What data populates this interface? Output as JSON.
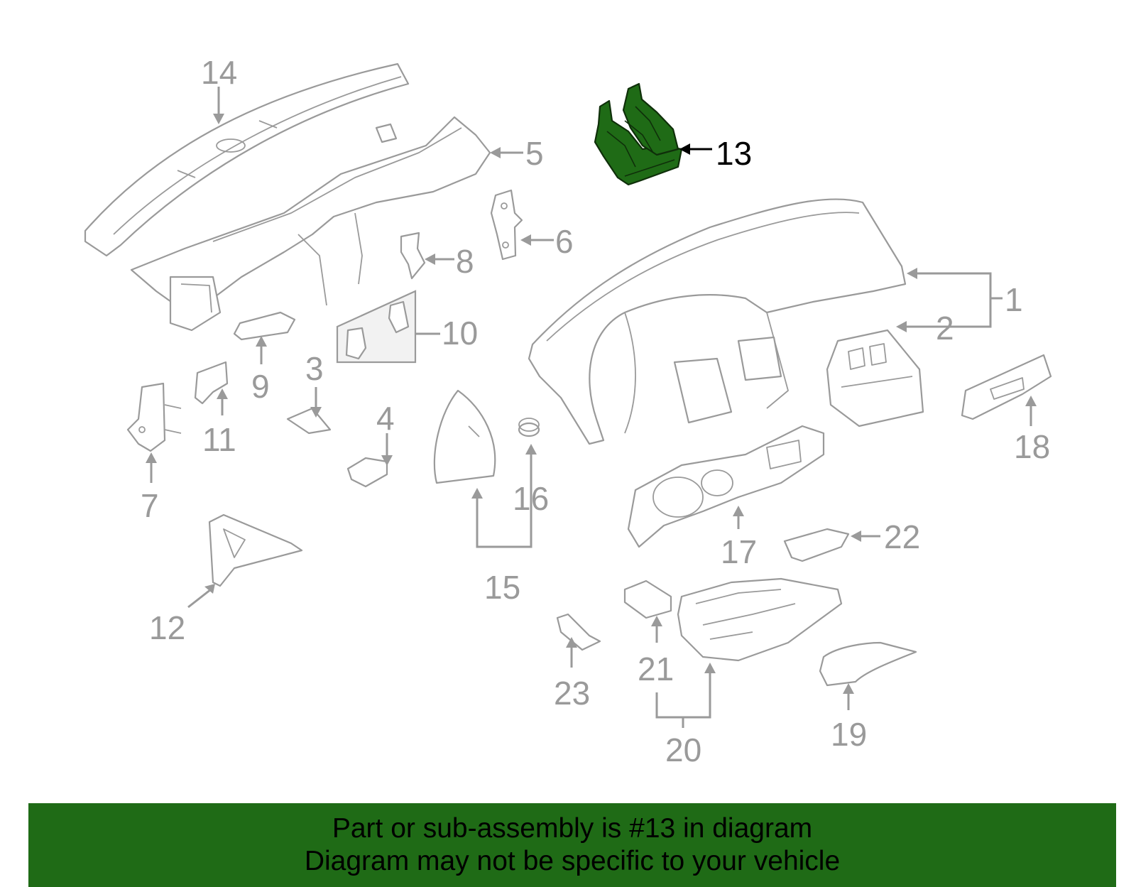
{
  "highlight": {
    "part": "13",
    "color": "#1f6b16"
  },
  "callouts": {
    "c1": "1",
    "c2": "2",
    "c3": "3",
    "c4": "4",
    "c5": "5",
    "c6": "6",
    "c7": "7",
    "c8": "8",
    "c9": "9",
    "c10": "10",
    "c11": "11",
    "c12": "12",
    "c13": "13",
    "c14": "14",
    "c15": "15",
    "c16": "16",
    "c17": "17",
    "c18": "18",
    "c19": "19",
    "c20": "20",
    "c21": "21",
    "c22": "22",
    "c23": "23"
  },
  "banner": {
    "line1": "Part or sub-assembly is #13 in diagram",
    "line2": "Diagram may not be specific to your vehicle"
  },
  "colors": {
    "parts_stroke": "#9a9a9a",
    "banner_bg": "#1f6b16",
    "banner_text": "#000000"
  }
}
